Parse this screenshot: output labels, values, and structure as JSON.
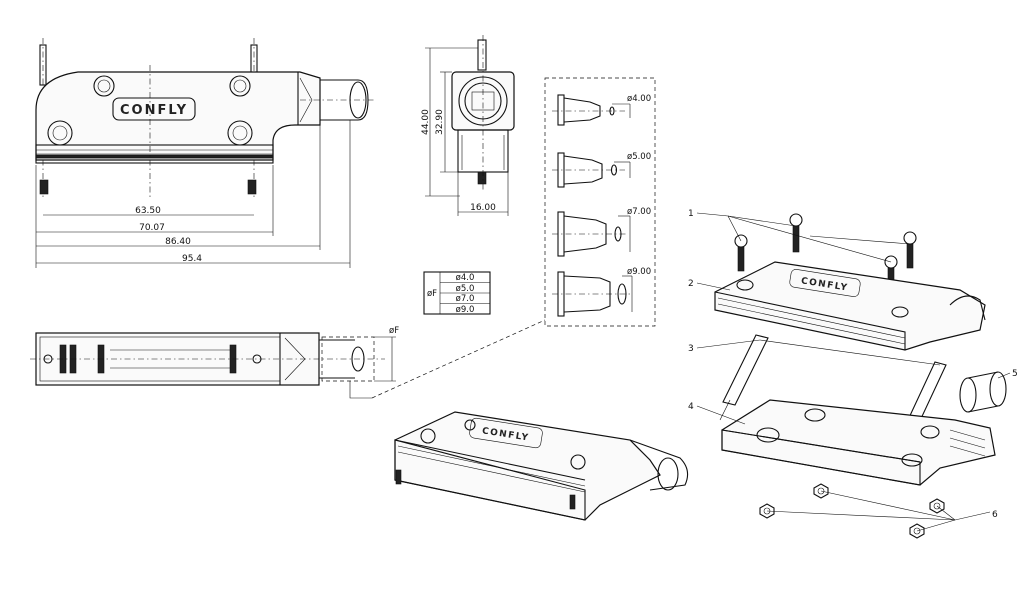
{
  "brand": "CONFLY",
  "front_view": {
    "dimensions": [
      "63.50",
      "70.07",
      "86.40",
      "95.4"
    ]
  },
  "side_view": {
    "dimensions": [
      "44.00",
      "32.90",
      "16.00"
    ]
  },
  "bottom_view": {
    "diameter_label": "øF"
  },
  "diameter_table": {
    "label": "øF",
    "rows": [
      "ø4.0",
      "ø5.0",
      "ø7.0",
      "ø9.0"
    ]
  },
  "grommets": [
    "ø4.00",
    "ø5.00",
    "ø7.00",
    "ø9.00"
  ],
  "part_callouts": [
    "1",
    "2",
    "3",
    "4",
    "5",
    "6"
  ]
}
